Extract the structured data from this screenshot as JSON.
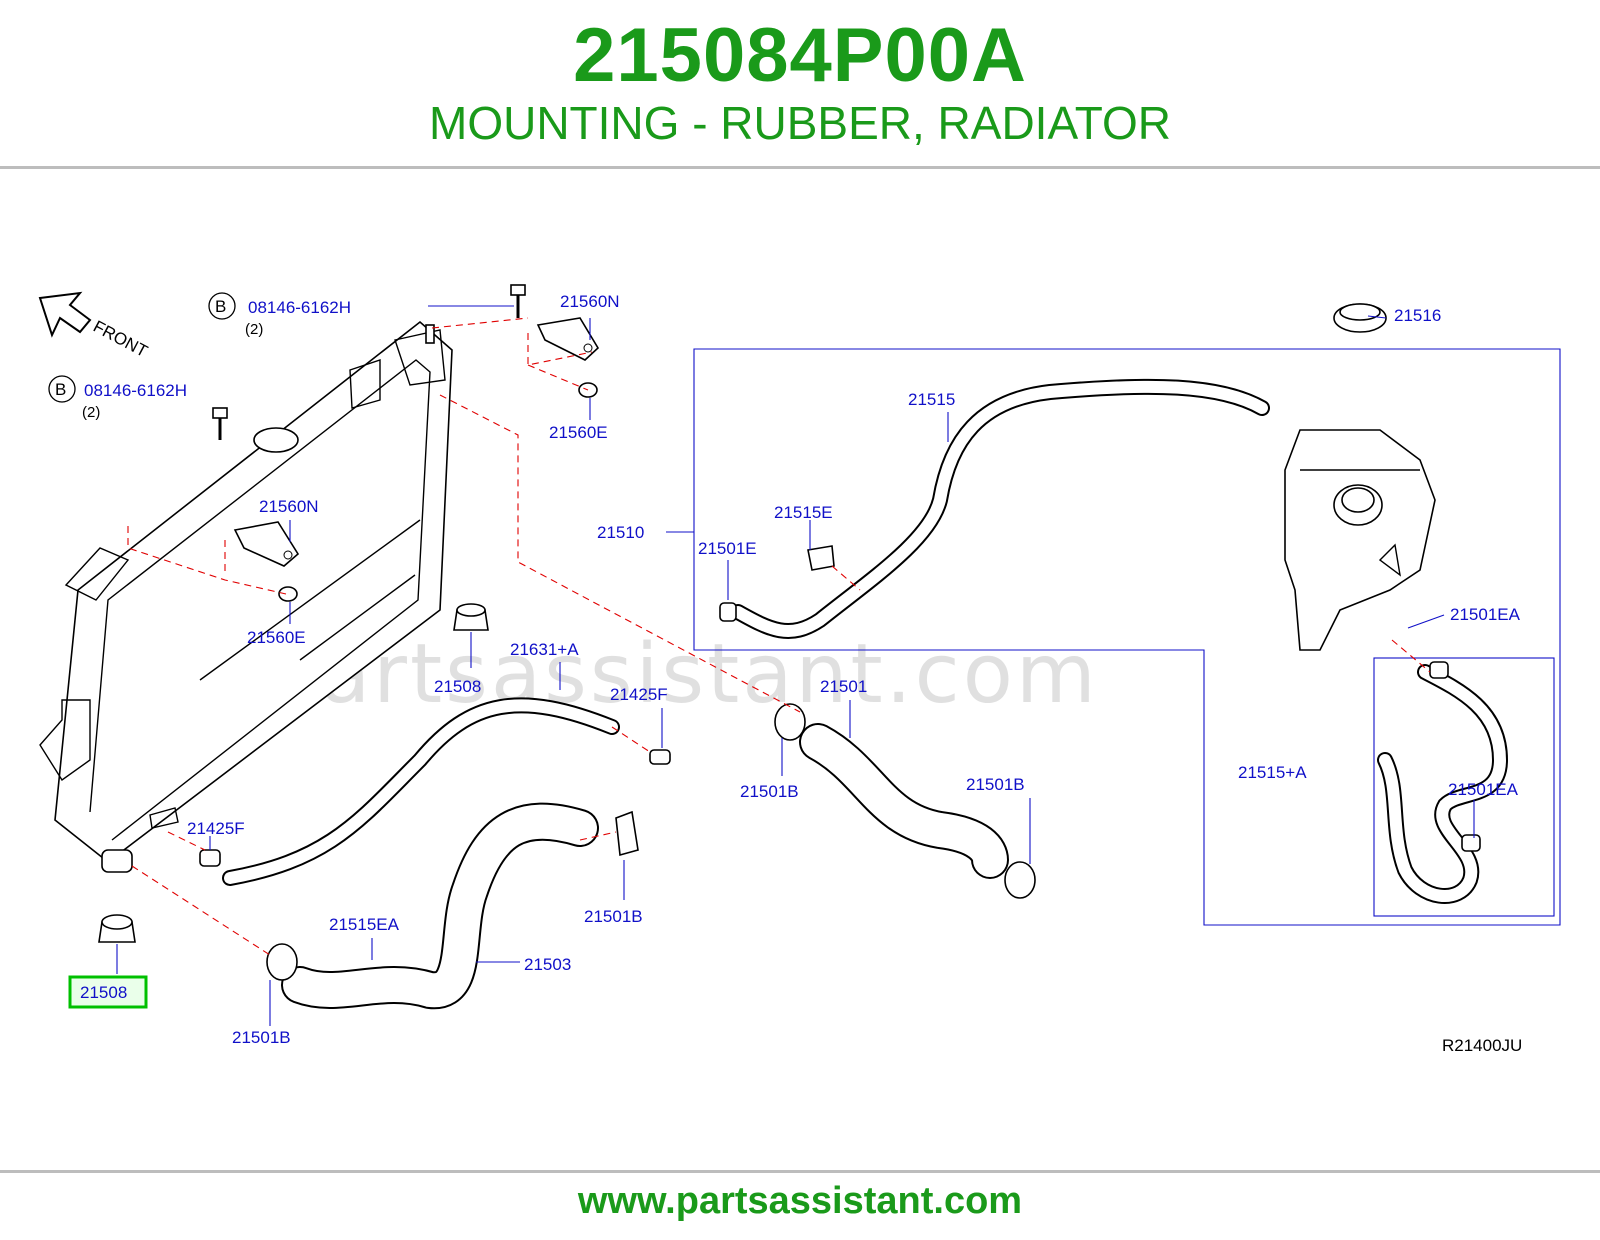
{
  "header": {
    "part_number": "215084P00A",
    "description": "MOUNTING - RUBBER, RADIATOR"
  },
  "footer": {
    "website": "www.partsassistant.com"
  },
  "watermark": "partsassistant.com",
  "diagram": {
    "front_label": "FRONT",
    "bolt_marker": "B",
    "bolt_part": "08146-6162H",
    "bolt_qty": "(2)",
    "highlighted_part": "21508",
    "ref_code": "R21400JU",
    "labels": {
      "p21560N_top": "21560N",
      "p21560E_top": "21560E",
      "p21560N_mid": "21560N",
      "p21560E_mid": "21560E",
      "p21516": "21516",
      "p21515": "21515",
      "p21515E": "21515E",
      "p21510": "21510",
      "p21501E": "21501E",
      "p21508_mid": "21508",
      "p21631A": "21631+A",
      "p21425F_right": "21425F",
      "p21501": "21501",
      "p21501B_a": "21501B",
      "p21501B_b": "21501B",
      "p21425F_left": "21425F",
      "p21501B_c": "21501B",
      "p21515EA": "21515EA",
      "p21503": "21503",
      "p21501B_d": "21501B",
      "p21501EA_top": "21501EA",
      "p21515A": "21515+A",
      "p21501EA_bot": "21501EA"
    }
  },
  "colors": {
    "brand_green": "#1a9a1a",
    "label_blue": "#1010c8",
    "dash_red": "#e00000",
    "highlight_green": "#00c000"
  }
}
